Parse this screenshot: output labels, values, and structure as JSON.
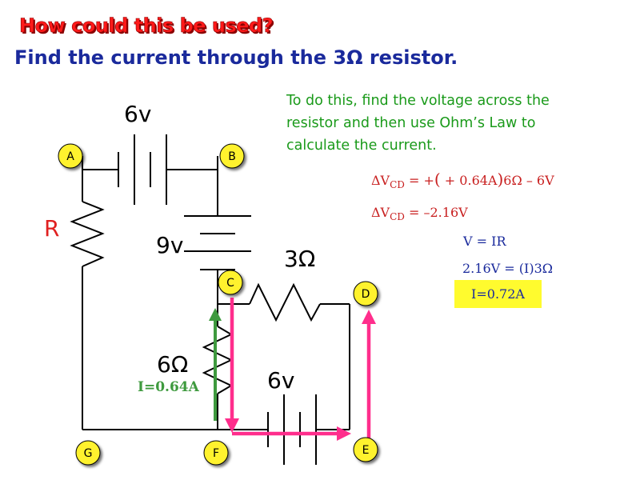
{
  "slide": {
    "title": "How could this be used?",
    "subtitle": "Find the current through the 3Ω resistor.",
    "instructions": "To do this, find the voltage across the resistor and then use Ohm’s Law to calculate the current."
  },
  "circuit": {
    "nodes": [
      "A",
      "B",
      "C",
      "D",
      "E",
      "F",
      "G"
    ],
    "resistor_R_label": "R",
    "battery_top_label": "6v",
    "battery_middle_label": "9v",
    "resistor_3_label": "3Ω",
    "resistor_6_label": "6Ω",
    "battery_bottom_label": "6v",
    "current_label": "I=0.64A"
  },
  "equations": {
    "delta_v_prefix": "ΔV",
    "delta_v_subscript": "CD",
    "eq1_rhs_plus": " = +",
    "eq1_paren_open": "(",
    "eq1_current": " + 0.64A",
    "eq1_paren_close": ")",
    "eq1_resistance": "6Ω",
    "eq1_minus": " – 6V",
    "eq2_rhs": " = –2.16V",
    "ohms_law": "V = IR",
    "substitution": "2.16V = (I)3Ω",
    "result": "I=0.72A"
  },
  "colors": {
    "title": "#ff1a1a",
    "subtitle": "#1a2a9c",
    "instructions": "#1a9a1a",
    "node_fill": "#fff22e",
    "pink_arrow": "#ff2e8c",
    "green_arrow": "#3e9a3e",
    "result_box": "#fffb2e"
  }
}
